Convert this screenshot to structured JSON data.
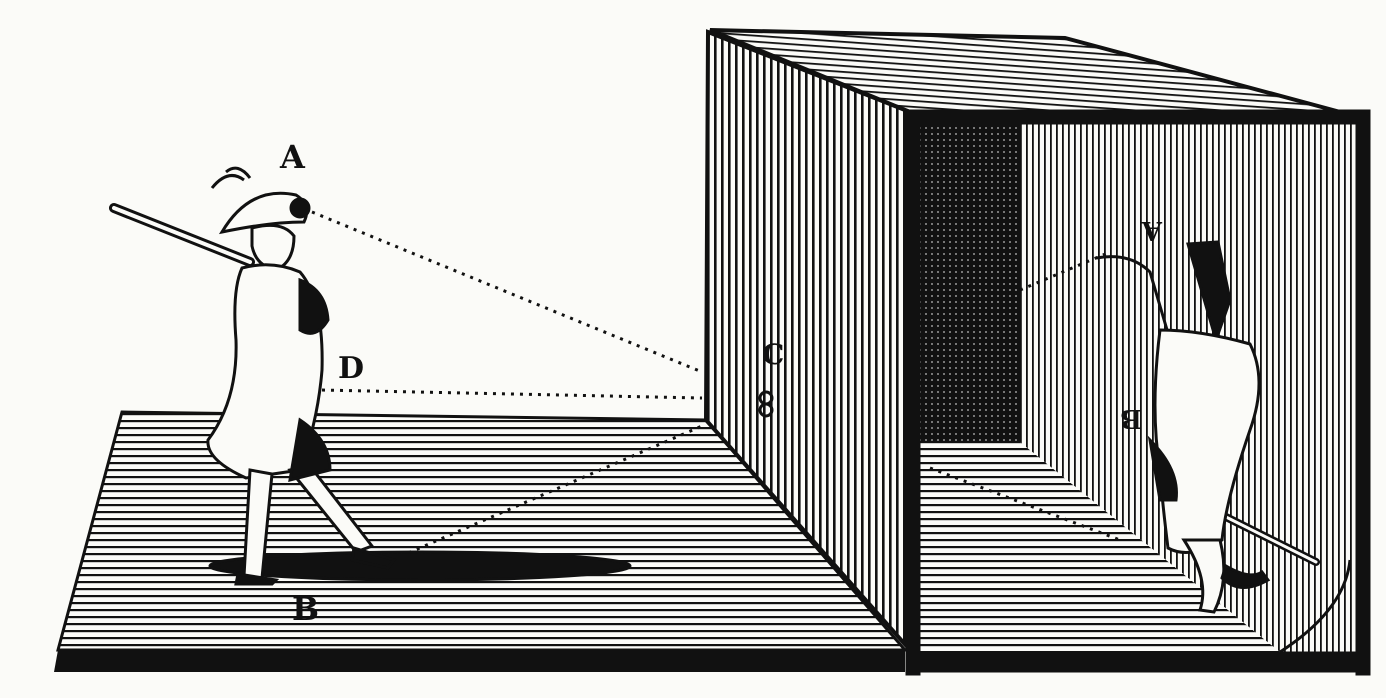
{
  "labels": {
    "a": "A",
    "b": "B",
    "c": "C",
    "d": "D"
  },
  "colors": {
    "ink": "#111111",
    "paper": "#fbfbf8"
  }
}
